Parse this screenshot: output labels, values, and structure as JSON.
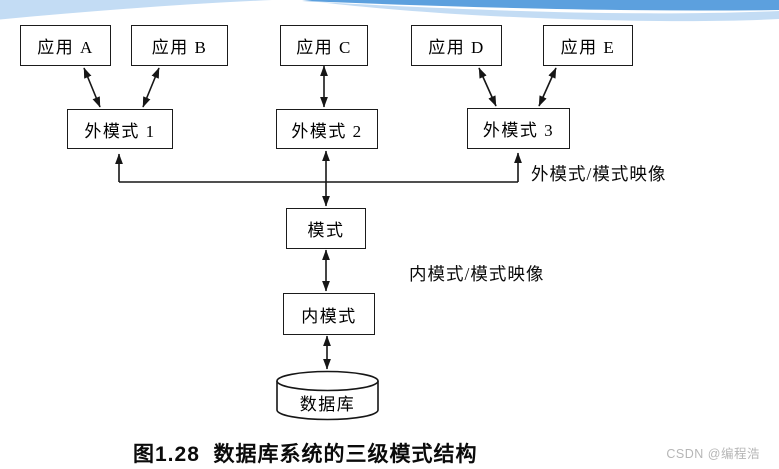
{
  "decor": {
    "wave_blue": "#5ca0de",
    "wave_light_blue": "#c3dcf4",
    "line_color": "#161616"
  },
  "diagram": {
    "nodes": {
      "app_a": "应用 A",
      "app_b": "应用 B",
      "app_c": "应用 C",
      "app_d": "应用 D",
      "app_e": "应用 E",
      "ext1": "外模式 1",
      "ext2": "外模式 2",
      "ext3": "外模式 3",
      "schema": "模式",
      "internal": "内模式",
      "database": "数据库"
    },
    "mapping_labels": {
      "external": "外模式/模式映像",
      "internal": "内模式/模式映像"
    }
  },
  "caption": "图1.28  数据库系统的三级模式结构",
  "watermark": "CSDN @编程浩"
}
